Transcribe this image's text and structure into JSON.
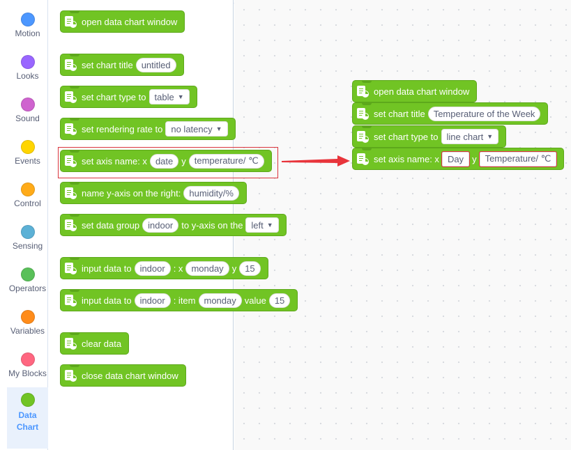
{
  "categories": [
    {
      "label": "Motion",
      "color": "#4c97ff"
    },
    {
      "label": "Looks",
      "color": "#9966ff"
    },
    {
      "label": "Sound",
      "color": "#cf63cf"
    },
    {
      "label": "Events",
      "color": "#ffd500"
    },
    {
      "label": "Control",
      "color": "#ffab19"
    },
    {
      "label": "Sensing",
      "color": "#5cb1d6"
    },
    {
      "label": "Operators",
      "color": "#59c059"
    },
    {
      "label": "Variables",
      "color": "#ff8c1a"
    },
    {
      "label": "My Blocks",
      "color": "#ff6680"
    },
    {
      "label": "Data\nChart",
      "color": "#71c424"
    }
  ],
  "palette": {
    "open_window": "open data chart window",
    "set_title": {
      "label": "set chart title",
      "value": "untitled"
    },
    "set_type": {
      "label": "set chart type to",
      "value": "table"
    },
    "set_rate": {
      "label": "set rendering rate to",
      "value": "no latency"
    },
    "set_axis": {
      "label": "set axis name: x",
      "x": "date",
      "y_label": "y",
      "y": "temperature/ ℃"
    },
    "name_y_right": {
      "label": "name y-axis on the right:",
      "value": "humidity/%"
    },
    "set_group": {
      "label": "set data group",
      "group": "indoor",
      "mid": "to y-axis on the",
      "side": "left"
    },
    "input_xy": {
      "label": "input data to",
      "group": "indoor",
      "x_label": ": x",
      "x": "monday",
      "y_label": "y",
      "y": "15"
    },
    "input_item": {
      "label": "input data to",
      "group": "indoor",
      "item_label": ": item",
      "item": "monday",
      "value_label": "value",
      "value": "15"
    },
    "clear": "clear data",
    "close_window": "close data chart window"
  },
  "workspace": {
    "open_window": "open data chart window",
    "set_title": {
      "label": "set chart title",
      "value": "Temperature of the Week"
    },
    "set_type": {
      "label": "set chart type to",
      "value": "line chart"
    },
    "set_axis": {
      "label": "set axis name: x",
      "x": "Day",
      "y_label": "y",
      "y": "Temperature/ ℃"
    }
  },
  "colors": {
    "block": "#71c424",
    "highlight": "#d9343c"
  }
}
